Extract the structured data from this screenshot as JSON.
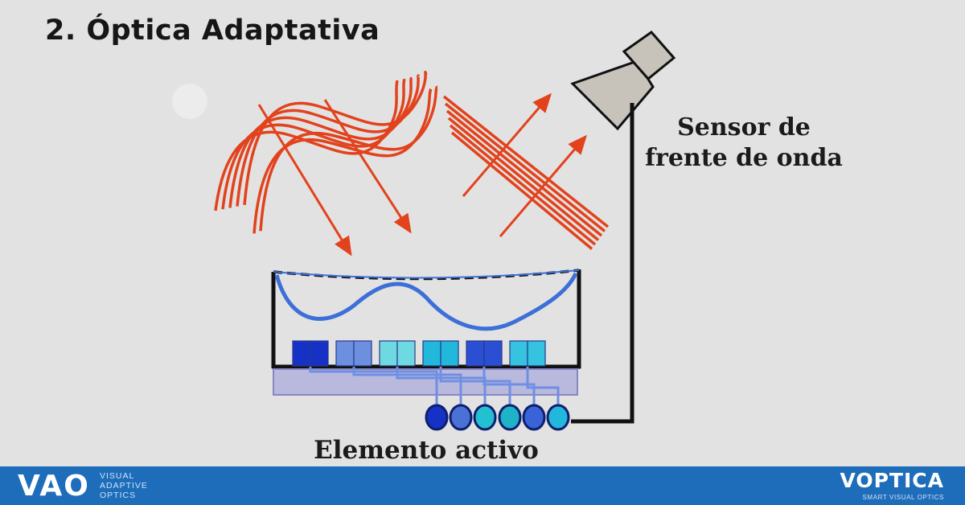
{
  "slide": {
    "title": "2.  Óptica Adaptativa"
  },
  "labels": {
    "sensor_line1": "Sensor de",
    "sensor_line2": "frente de onda",
    "active_element": "Elemento activo"
  },
  "footer": {
    "vao_logo": "VAO",
    "vao_tagline": [
      "VISUAL",
      "ADAPTIVE",
      "OPTICS"
    ],
    "voptica_logo": "VOPTICA",
    "voptica_tagline": "SMART VISUAL OPTICS"
  },
  "colors": {
    "wave": "#e2421c",
    "mirror_curve": "#3d6fd8",
    "frame": "#111111",
    "footer": "#1e6dbb"
  },
  "actuators": [
    "#1631c6",
    "#6d8fe0",
    "#6fd9e2",
    "#22b8dc",
    "#2b4fd3",
    "#35c3df"
  ],
  "sensors": [
    "#1631c6",
    "#4a71d6",
    "#22c0d0",
    "#1fb3c8",
    "#3a63d8",
    "#22b8dc"
  ]
}
